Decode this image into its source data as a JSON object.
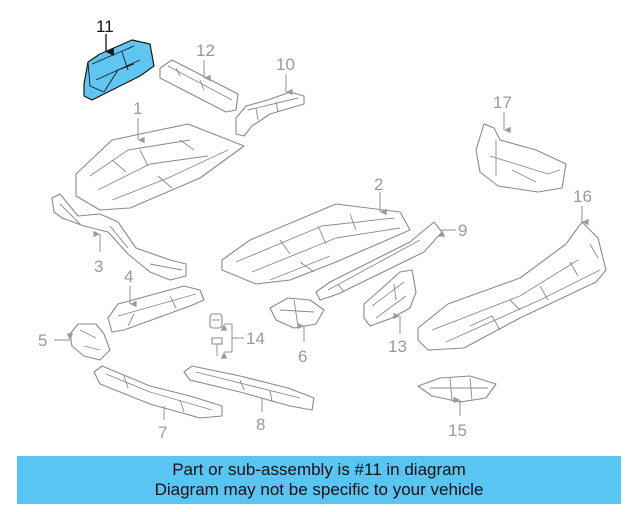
{
  "highlight_color": "#58c5f3",
  "highlighted_part": "11",
  "callouts": {
    "c1": "1",
    "c2": "2",
    "c3": "3",
    "c4": "4",
    "c5": "5",
    "c6": "6",
    "c7": "7",
    "c8": "8",
    "c9": "9",
    "c10": "10",
    "c11": "11",
    "c12": "12",
    "c13": "13",
    "c14": "14",
    "c15": "15",
    "c16": "16",
    "c17": "17"
  },
  "banner": {
    "line1": "Part or sub-assembly is #11 in diagram",
    "line2": "Diagram may not be specific to your vehicle"
  }
}
